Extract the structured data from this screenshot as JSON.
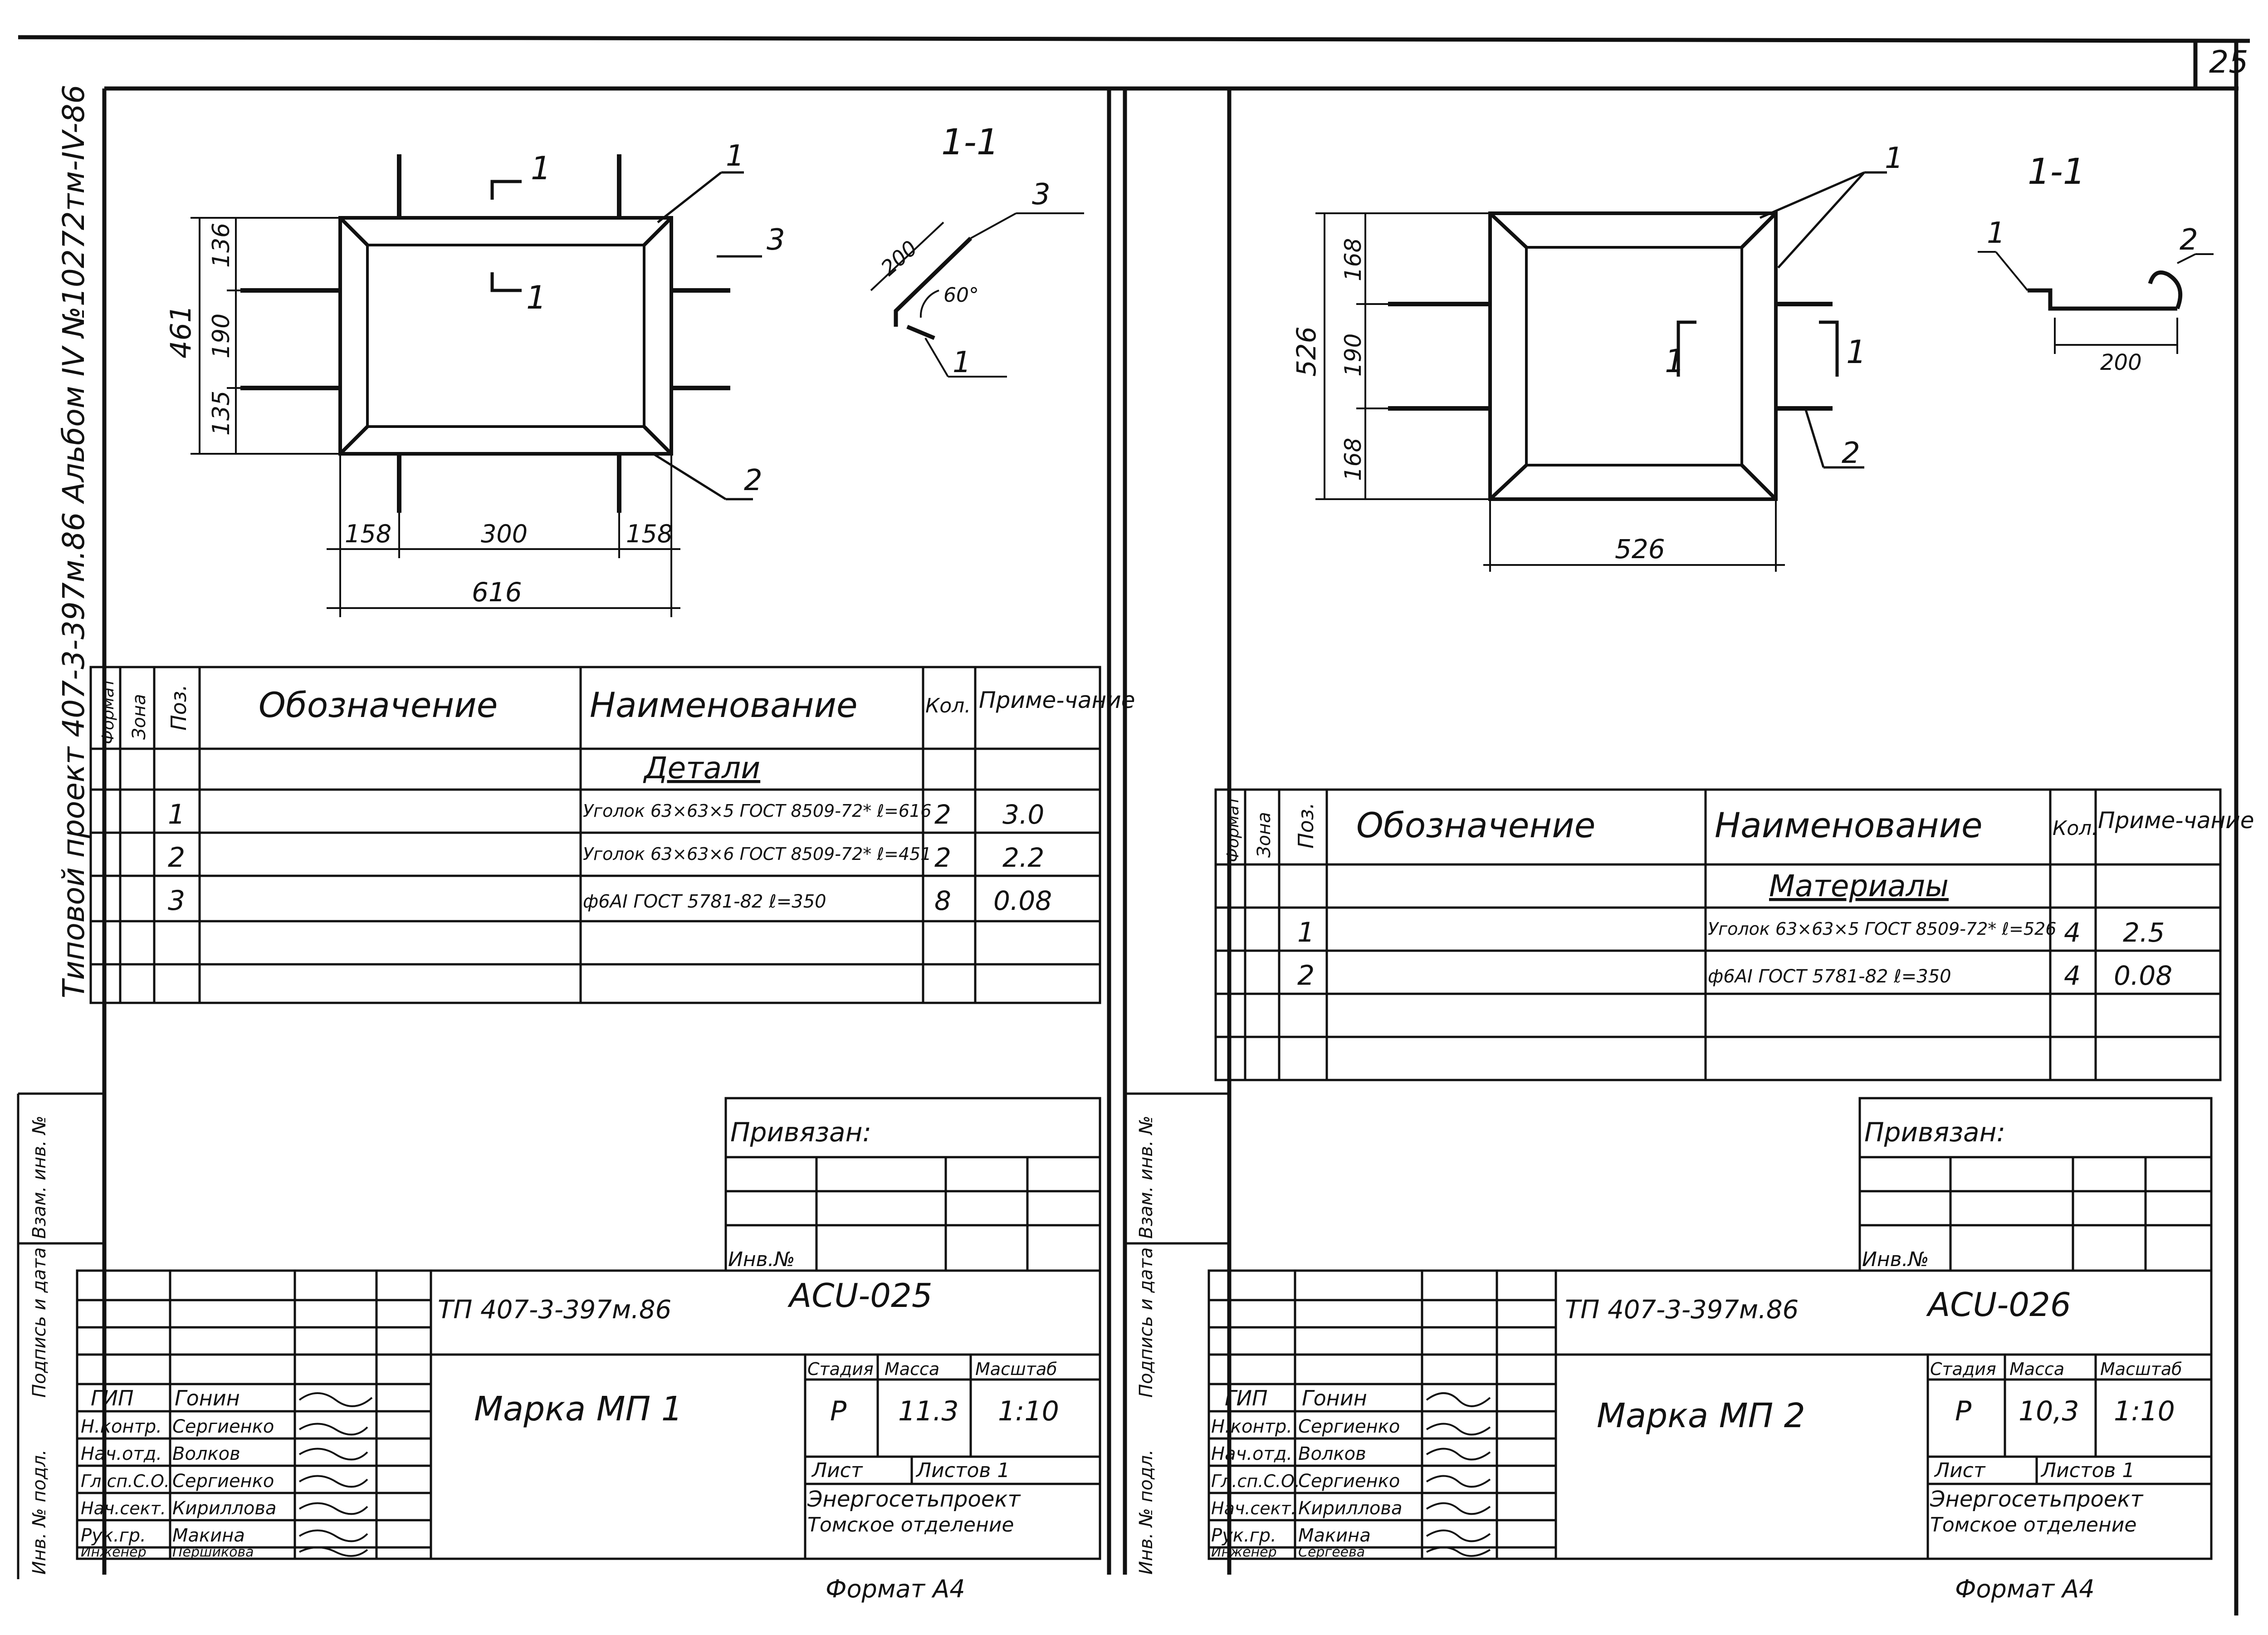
{
  "page_number": "25",
  "side_stamp": {
    "album": "Типовой проект 407-3-397м.86 Альбом IV №10272тм-IV-86",
    "fields": [
      "Инв. № подл.",
      "Подпись и дата",
      "Взам. инв. №"
    ]
  },
  "sheets": [
    {
      "id": "left",
      "drawing": {
        "section_mark": "1",
        "section_title": "1-1",
        "callouts": [
          "1",
          "2",
          "3"
        ],
        "dims": {
          "total_height": "461",
          "height_parts": [
            "136",
            "190",
            "135"
          ],
          "width_parts": [
            "158",
            "300",
            "158"
          ],
          "total_width": "616",
          "flange": "200",
          "angle": "60°"
        }
      },
      "spec": {
        "headers": {
          "format": "Формат",
          "zone": "Зона",
          "pos": "Поз.",
          "designation": "Обозначение",
          "name": "Наименование",
          "qty": "Кол.",
          "note": "Приме-чание"
        },
        "section_label": "Детали",
        "rows": [
          {
            "pos": "1",
            "name": "Уголок 63×63×5 ГОСТ 8509-72* ℓ=616",
            "qty": "2",
            "note": "3.0"
          },
          {
            "pos": "2",
            "name": "Уголок 63×63×6 ГОСТ 8509-72* ℓ=451",
            "qty": "2",
            "note": "2.2"
          },
          {
            "pos": "3",
            "name": "ф6АI ГОСТ 5781-82 ℓ=350",
            "qty": "8",
            "note": "0.08"
          }
        ]
      },
      "title_block": {
        "privyazan": "Привязан:",
        "inv_no": "Инв.№",
        "project": "ТП 407-3-397м.86",
        "code": "АСU-025",
        "title": "Марка МП 1",
        "stage_header": "Стадия",
        "mass_header": "Масса",
        "scale_header": "Масштаб",
        "stage": "Р",
        "mass": "11.3",
        "scale": "1:10",
        "sheet_label": "Лист",
        "sheets_label": "Листов 1",
        "org": "Энергосетьпроект",
        "dept": "Томское отделение",
        "people": [
          {
            "role": "ГИП",
            "name": "Гонин"
          },
          {
            "role": "Н.контр.",
            "name": "Сергиенко"
          },
          {
            "role": "Нач.отд.",
            "name": "Волков"
          },
          {
            "role": "Гл.сп.С.О.",
            "name": "Сергиенко"
          },
          {
            "role": "Нач.сект.",
            "name": "Кириллова"
          },
          {
            "role": "Рук.гр.",
            "name": "Макина"
          },
          {
            "role": "Инженер",
            "name": "Першикова"
          }
        ],
        "format": "Формат А4"
      }
    },
    {
      "id": "right",
      "drawing": {
        "section_mark": "1",
        "section_title": "1-1",
        "callouts": [
          "1",
          "2"
        ],
        "dims": {
          "total_height": "526",
          "height_parts": [
            "168",
            "190",
            "168"
          ],
          "total_width": "526",
          "flange": "200"
        }
      },
      "spec": {
        "headers": {
          "format": "Формат",
          "zone": "Зона",
          "pos": "Поз.",
          "designation": "Обозначение",
          "name": "Наименование",
          "qty": "Кол.",
          "note": "Приме-чание"
        },
        "section_label": "Материалы",
        "rows": [
          {
            "pos": "1",
            "name": "Уголок 63×63×5 ГОСТ 8509-72* ℓ=526",
            "qty": "4",
            "note": "2.5"
          },
          {
            "pos": "2",
            "name": "ф6АI ГОСТ 5781-82 ℓ=350",
            "qty": "4",
            "note": "0.08"
          }
        ]
      },
      "title_block": {
        "privyazan": "Привязан:",
        "inv_no": "Инв.№",
        "project": "ТП 407-3-397м.86",
        "code": "АСU-026",
        "title": "Марка МП 2",
        "stage_header": "Стадия",
        "mass_header": "Масса",
        "scale_header": "Масштаб",
        "stage": "Р",
        "mass": "10,3",
        "scale": "1:10",
        "sheet_label": "Лист",
        "sheets_label": "Листов 1",
        "org": "Энергосетьпроект",
        "dept": "Томское отделение",
        "people": [
          {
            "role": "ГИП",
            "name": "Гонин"
          },
          {
            "role": "Н.контр.",
            "name": "Сергиенко"
          },
          {
            "role": "Нач.отд.",
            "name": "Волков"
          },
          {
            "role": "Гл.сп.С.О.",
            "name": "Сергиенко"
          },
          {
            "role": "Нач.сект.",
            "name": "Кириллова"
          },
          {
            "role": "Рук.гр.",
            "name": "Макина"
          },
          {
            "role": "Инженер",
            "name": "Сергеева"
          }
        ],
        "format": "Формат А4"
      }
    }
  ]
}
